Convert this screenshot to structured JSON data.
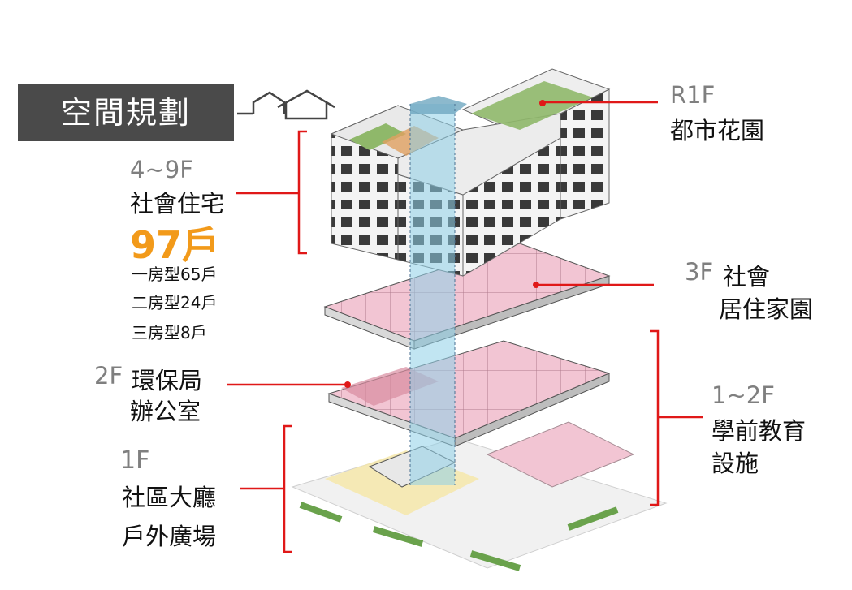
{
  "title": "空間規劃",
  "colors": {
    "title_bg": "#4a4a4a",
    "accent_red": "#e01818",
    "highlight_orange": "#f29a1a",
    "label_gray": "#7f7f7f",
    "floor_pink": "#f2c5d3",
    "shaft_blue": "#8ecfe8",
    "roof_green": "#8fb86a"
  },
  "labels": {
    "roof": {
      "floor": "R1F",
      "name": "都市花園"
    },
    "housing": {
      "floor": "4~9F",
      "name": "社會住宅",
      "units": "97戶",
      "types": [
        "一房型65戶",
        "二房型24戶",
        "三房型8戶"
      ]
    },
    "f3": {
      "floor": "3F",
      "line1": "社會",
      "line2": "居住家園"
    },
    "f2": {
      "floor": "2F",
      "line1": "環保局",
      "line2": "辦公室"
    },
    "f1": {
      "floor": "1F",
      "line1": "社區大廳",
      "line2": "戶外廣場"
    },
    "preschool": {
      "floor": "1~2F",
      "line1": "學前教育",
      "line2": "設施"
    }
  },
  "icons": [
    "house-outline-icon"
  ]
}
